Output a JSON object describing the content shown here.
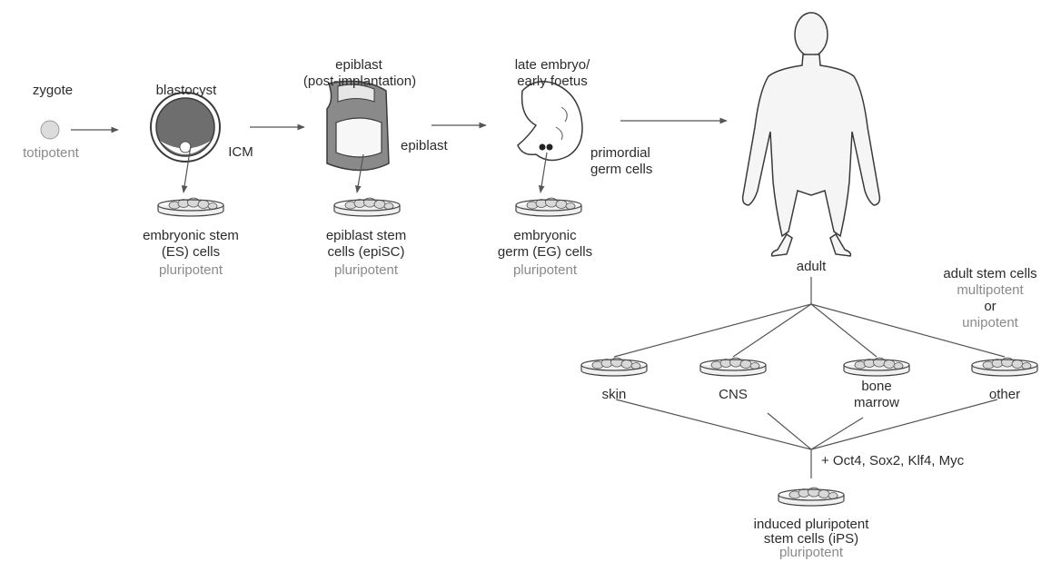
{
  "stages": {
    "zygote": {
      "title": "zygote",
      "potency": "totipotent"
    },
    "blastocyst": {
      "title": "blastocyst",
      "inner_label": "ICM"
    },
    "epiblast": {
      "title_line1": "epiblast",
      "title_line2": "(post-implantation)",
      "side_label": "epiblast"
    },
    "embryo": {
      "title_line1": "late embryo/",
      "title_line2": "early foetus",
      "side_line1": "primordial",
      "side_line2": "germ cells"
    },
    "adult": {
      "label": "adult"
    }
  },
  "derived_cells": {
    "es": {
      "line1": "embryonic stem",
      "line2": "(ES) cells",
      "potency": "pluripotent"
    },
    "episc": {
      "line1": "epiblast stem",
      "line2": "cells (epiSC)",
      "potency": "pluripotent"
    },
    "eg": {
      "line1": "embryonic",
      "line2": "germ (EG) cells",
      "potency": "pluripotent"
    }
  },
  "adult_stem_cells": {
    "title": "adult stem cells",
    "potency_line1": "multipotent",
    "potency_line2": "or",
    "potency_line3": "unipotent",
    "sources": [
      "skin",
      "CNS",
      "bone",
      "marrow",
      "other"
    ]
  },
  "reprogramming": {
    "factors": "+ Oct4, Sox2, Klf4, Myc",
    "result_line1": "induced pluripotent",
    "result_line2": "stem cells (iPS)",
    "potency": "pluripotent"
  },
  "colors": {
    "line": "#555555",
    "outline": "#3a3a3a",
    "fill_light": "#e2e2e2",
    "fill_dark": "#6e6e6e",
    "body_fill": "#f4f4f4",
    "muted_text": "#8a8a8a"
  }
}
